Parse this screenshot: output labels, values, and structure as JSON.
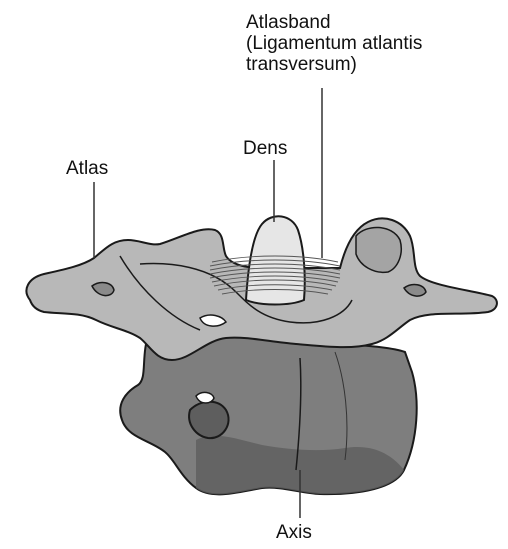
{
  "labels": {
    "atlasband": {
      "line1": "Atlasband",
      "line2": "(Ligamentum atlantis",
      "line3": "transversum)"
    },
    "dens": "Dens",
    "atlas": "Atlas",
    "axis": "Axis"
  },
  "colors": {
    "atlas_fill": "#b8b8b8",
    "axis_fill": "#7e7e7e",
    "axis_dark": "#5e5e5e",
    "dens_fill": "#e6e6e6",
    "outline": "#1a1a1a",
    "leader_line": "#333333"
  }
}
